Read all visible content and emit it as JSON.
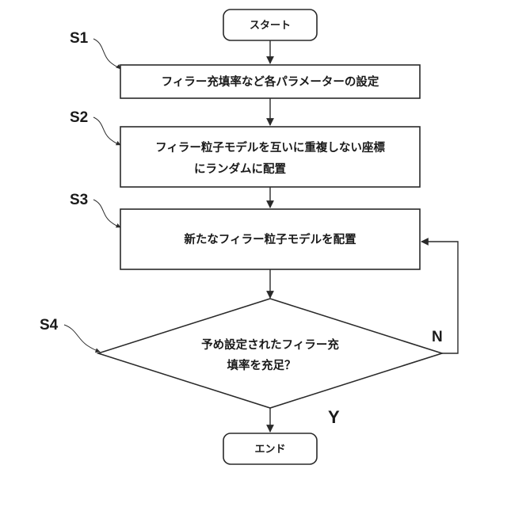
{
  "diagram": {
    "start_label": "スタート",
    "end_label": "エンド",
    "steps": [
      {
        "id": "S1",
        "lines": [
          "フィラー充填率など各パラメーターの設定"
        ]
      },
      {
        "id": "S2",
        "lines": [
          "フィラー粒子モデルを互いに重複しない座標",
          "にランダムに配置"
        ]
      },
      {
        "id": "S3",
        "lines": [
          "新たなフィラー粒子モデルを配置"
        ]
      }
    ],
    "decision": {
      "id": "S4",
      "lines": [
        "予め設定されたフィラー充",
        "填率を充足？"
      ],
      "yes_label": "Y",
      "no_label": "N"
    }
  }
}
